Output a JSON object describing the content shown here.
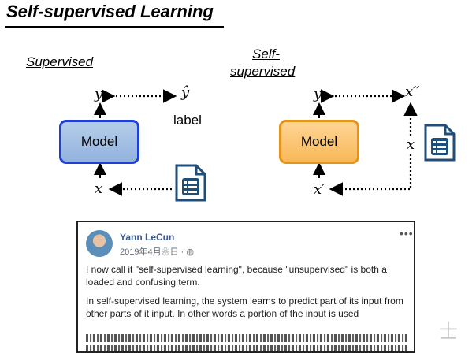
{
  "slide": {
    "title": "Self-supervised Learning",
    "supervised": {
      "label": "Supervised",
      "output_var": "y",
      "target_var": "ŷ",
      "target_label": "label",
      "model_label": "Model",
      "input_var": "x"
    },
    "self_supervised": {
      "label_line1": "Self-",
      "label_line2": "supervised",
      "output_var": "y",
      "target_var": "x′′",
      "model_label": "Model",
      "input_var": "x′",
      "side_var": "x"
    }
  },
  "post": {
    "author": "Yann LeCun",
    "meta": "2019年4月❀日 · ◍",
    "more": "•••",
    "paragraph1": "I now call it \"self-supervised learning\", because \"unsupervised\" is both a loaded and confusing term.",
    "paragraph2": "In self-supervised learning, the system learns to predict part of its input from other parts of it input. In other words a portion of the input is used"
  },
  "watermark": "士",
  "icons": {
    "document": "document-list-icon",
    "globe": "globe-icon",
    "avatar": "avatar"
  },
  "colors": {
    "model_blue_fill": "#a4c0e4",
    "model_blue_border": "#1e3fd8",
    "model_orange_fill": "#fbc775",
    "model_orange_border": "#e69319",
    "doc_icon": "#1f4e79",
    "author_link": "#385898"
  }
}
